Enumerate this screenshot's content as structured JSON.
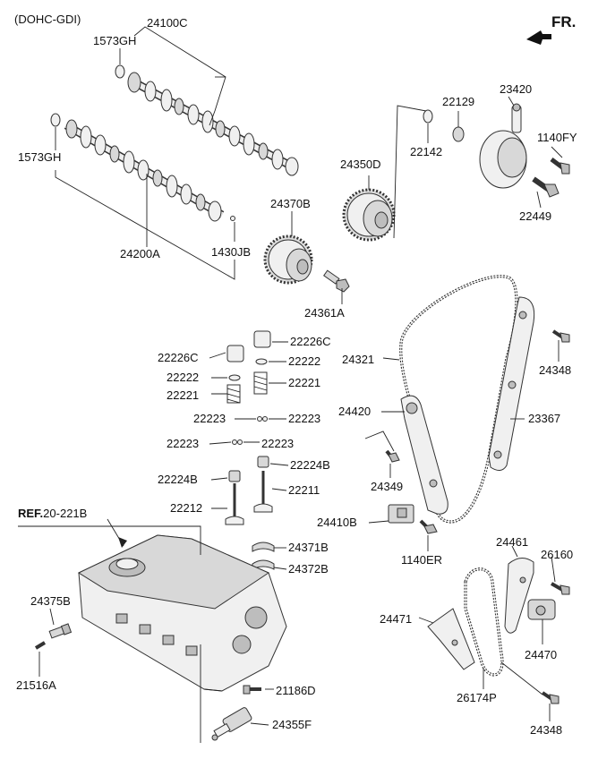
{
  "header": {
    "engine": "(DOHC-GDI)",
    "direction": "FR."
  },
  "ref": {
    "prefix": "REF.",
    "code": "20-221B"
  },
  "parts": [
    {
      "id": "24100C"
    },
    {
      "id": "1573GH"
    },
    {
      "id": "1573GH"
    },
    {
      "id": "24200A"
    },
    {
      "id": "1430JB"
    },
    {
      "id": "24370B"
    },
    {
      "id": "24361A"
    },
    {
      "id": "24350D"
    },
    {
      "id": "22142"
    },
    {
      "id": "22129"
    },
    {
      "id": "23420"
    },
    {
      "id": "1140FY"
    },
    {
      "id": "22449"
    },
    {
      "id": "22226C"
    },
    {
      "id": "22226C"
    },
    {
      "id": "22222"
    },
    {
      "id": "22222"
    },
    {
      "id": "22221"
    },
    {
      "id": "22221"
    },
    {
      "id": "22223"
    },
    {
      "id": "22223"
    },
    {
      "id": "22223"
    },
    {
      "id": "22223"
    },
    {
      "id": "22224B"
    },
    {
      "id": "22224B"
    },
    {
      "id": "22211"
    },
    {
      "id": "22212"
    },
    {
      "id": "24371B"
    },
    {
      "id": "24372B"
    },
    {
      "id": "24375B"
    },
    {
      "id": "21516A"
    },
    {
      "id": "21186D"
    },
    {
      "id": "24355F"
    },
    {
      "id": "24321"
    },
    {
      "id": "24348"
    },
    {
      "id": "24420"
    },
    {
      "id": "23367"
    },
    {
      "id": "24349"
    },
    {
      "id": "24410B"
    },
    {
      "id": "1140ER"
    },
    {
      "id": "24461"
    },
    {
      "id": "26160"
    },
    {
      "id": "24471"
    },
    {
      "id": "24470"
    },
    {
      "id": "26174P"
    },
    {
      "id": "24348"
    }
  ]
}
